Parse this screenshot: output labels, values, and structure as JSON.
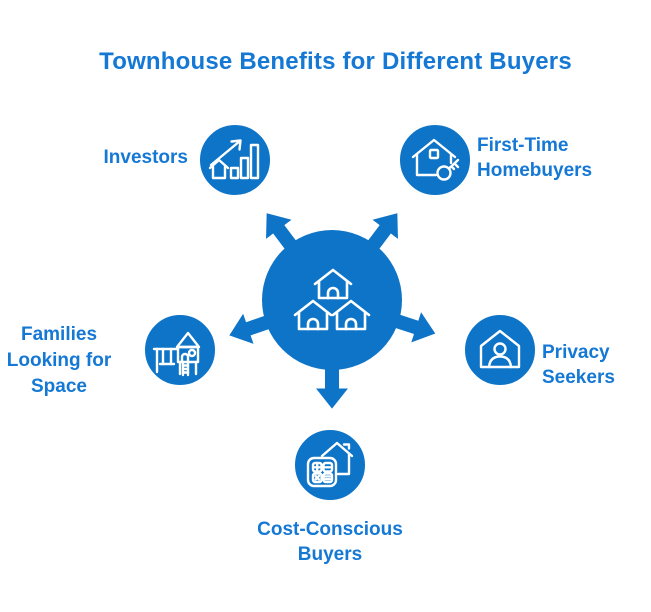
{
  "title": "Townhouse Benefits for Different Buyers",
  "colors": {
    "primary_blue": "#0e74c8",
    "text_blue": "#1478d4",
    "icon_stroke": "#ffffff",
    "background": "#ffffff"
  },
  "hub": {
    "icon": "townhouses-icon",
    "description_icon": "three house outlines inside blue circle with five outward arrows"
  },
  "nodes": [
    {
      "id": "investors",
      "label": "Investors",
      "icon": "investment-growth-chart-icon",
      "position": "top-left"
    },
    {
      "id": "first-time-homebuyers",
      "label": "First-Time\nHomebuyers",
      "icon": "house-key-icon",
      "position": "top-right"
    },
    {
      "id": "families-looking-for-space",
      "label": "Families\nLooking for\nSpace",
      "icon": "playground-icon",
      "position": "left"
    },
    {
      "id": "privacy-seekers",
      "label": "Privacy\nSeekers",
      "icon": "house-person-icon",
      "position": "right"
    },
    {
      "id": "cost-conscious-buyers",
      "label": "Cost-Conscious\nBuyers",
      "icon": "calculator-house-icon",
      "position": "bottom"
    }
  ]
}
